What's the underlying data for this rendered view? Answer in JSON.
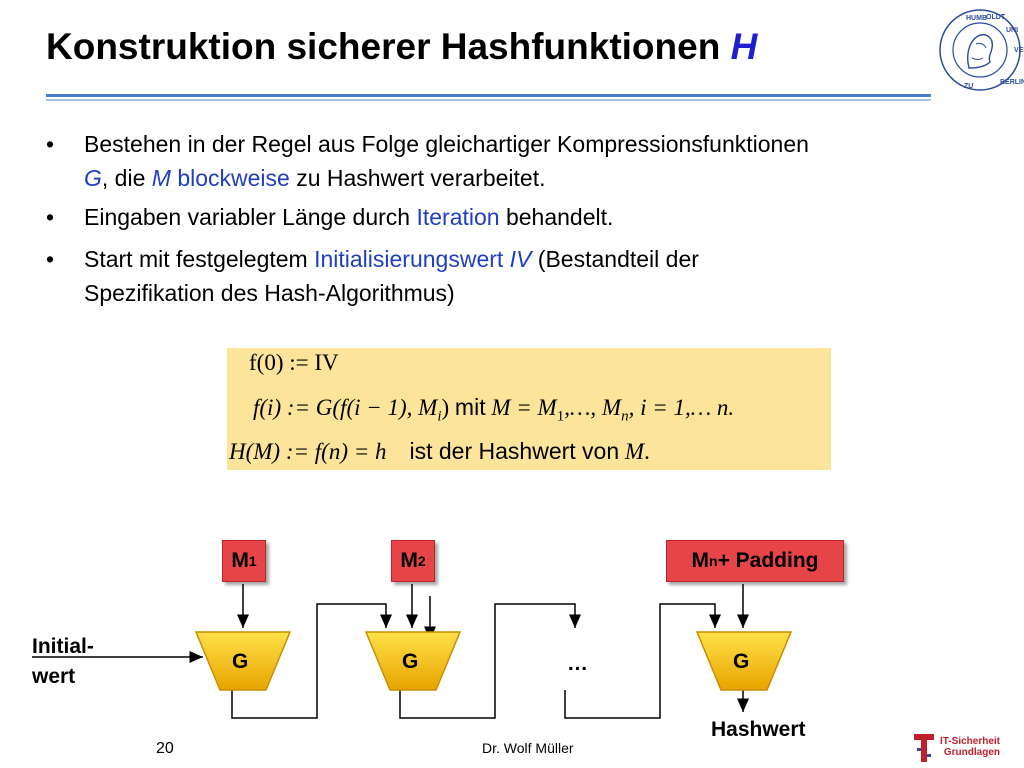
{
  "slide": {
    "title_text": "Konstruktion sicherer Hashfunktionen",
    "title_var": "H",
    "seal_text": "HUMBOLDT-UNIVERSITÄT ZU BERLIN"
  },
  "bullets": [
    {
      "parts": [
        "Bestehen in der Regel aus Folge gleichartiger Kompressionsfunktionen",
        "G",
        ", die ",
        "M",
        " blockweise",
        " zu Hashwert verarbeitet."
      ]
    },
    {
      "parts": [
        "Eingaben variabler Länge durch ",
        "Iteration",
        " behandelt."
      ]
    },
    {
      "parts": [
        "Start mit festgelegtem ",
        "Initialisierungswert",
        " IV",
        " (Bestandteil der",
        "Spezifikation des Hash-Algorithmus)"
      ]
    }
  ],
  "formula": {
    "line1": "f(0) := IV",
    "line2_math": "f(i) := G(f(i − 1), M",
    "line2_sub": "i",
    "line2_close": ")",
    "line2_mit": "mit",
    "line2_rest": "M = M",
    "line2_sub1": "1",
    "line2_mid": ",…, M",
    "line2_subn": "n",
    "line2_tail": ", i = 1,… n.",
    "line3_math": "H(M) := f(n) = h",
    "line3_text": "ist der Hashwert  von",
    "line3_M": "M",
    "line3_dot": "."
  },
  "diagram": {
    "m1_label": "M",
    "m1_sub": "1",
    "m2_label": "M",
    "m2_sub": "2",
    "mn_label": "M",
    "mn_sub": "n",
    "mn_suffix": "+ Padding",
    "g_label": "G",
    "ellipsis": "…",
    "initial_line1": "Initial-",
    "initial_line2": "wert",
    "hashwert": "Hashwert"
  },
  "footer": {
    "page": "20",
    "author": "Dr. Wolf Müller",
    "logo_line1": "IT-Sicherheit",
    "logo_line2": "Grundlagen"
  },
  "colors": {
    "accent_blue": "#1f3ec4",
    "rule_blue": "#4a7fd0",
    "formula_bg": "#fce49a",
    "message_red": "#e64446",
    "g_gold": "#f5b800"
  }
}
